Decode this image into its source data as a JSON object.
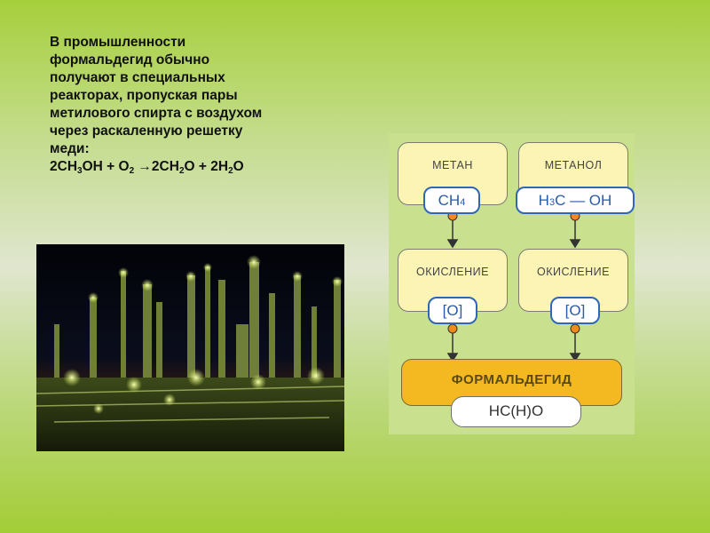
{
  "description_text": {
    "lines": [
      "В промышленности",
      "формальдегид обычно",
      "получают в специальных",
      "реакторах, пропуская пары",
      "метилового спирта с воздухом",
      "через раскаленную решетку",
      "меди:"
    ],
    "equation": {
      "p1": "2CH",
      "s1": "3",
      "p2": "OH + O",
      "s2": "2",
      "p3": " →2CH",
      "s3": "2",
      "p4": "O + 2H",
      "s4": "2",
      "p5": "O"
    }
  },
  "diagram": {
    "left_column": {
      "top_label": "МЕТАН",
      "formula": {
        "main": "CH",
        "sub": "4"
      },
      "middle_label": "ОКИСЛЕНИЕ",
      "oxidant": "[O]"
    },
    "right_column": {
      "top_label": "МЕТАНОЛ",
      "formula": {
        "pre": "H",
        "sub": "3",
        "post": "C — OH"
      },
      "middle_label": "ОКИСЛЕНИЕ",
      "oxidant": "[O]"
    },
    "product_label": "ФОРМАЛЬДЕГИД",
    "product_formula": "HC(H)O",
    "colors": {
      "panel": "#c9e08e",
      "box": "#fbf4b4",
      "product_box": "#f4b820",
      "formula_border": "#2f66b8",
      "arrow_dot": "#f08a1c"
    }
  }
}
